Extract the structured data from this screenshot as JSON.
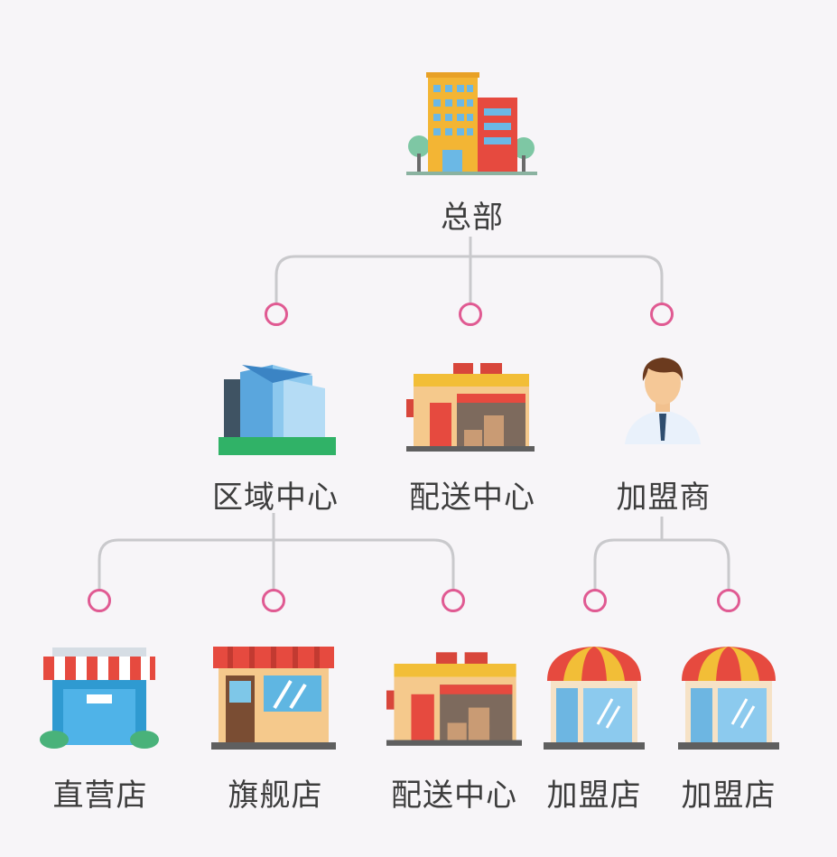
{
  "root": {
    "label": "总部",
    "icon": "headquarters-building-icon"
  },
  "level2": [
    {
      "id": "region",
      "label": "区域中心",
      "icon": "regional-center-building-icon"
    },
    {
      "id": "dc1",
      "label": "配送中心",
      "icon": "warehouse-icon"
    },
    {
      "id": "franchisee",
      "label": "加盟商",
      "icon": "businessman-icon"
    }
  ],
  "level3": [
    {
      "id": "direct",
      "label": "直营店",
      "icon": "direct-store-icon"
    },
    {
      "id": "flagship",
      "label": "旗舰店",
      "icon": "flagship-store-icon"
    },
    {
      "id": "dc2",
      "label": "配送中心",
      "icon": "warehouse-icon"
    },
    {
      "id": "fstore1",
      "label": "加盟店",
      "icon": "franchise-store-icon"
    },
    {
      "id": "fstore2",
      "label": "加盟店",
      "icon": "franchise-store-icon"
    }
  ],
  "colors": {
    "connector": "#c9c9cc",
    "node_ring": "#e05a92",
    "label": "#3d3d3d"
  }
}
